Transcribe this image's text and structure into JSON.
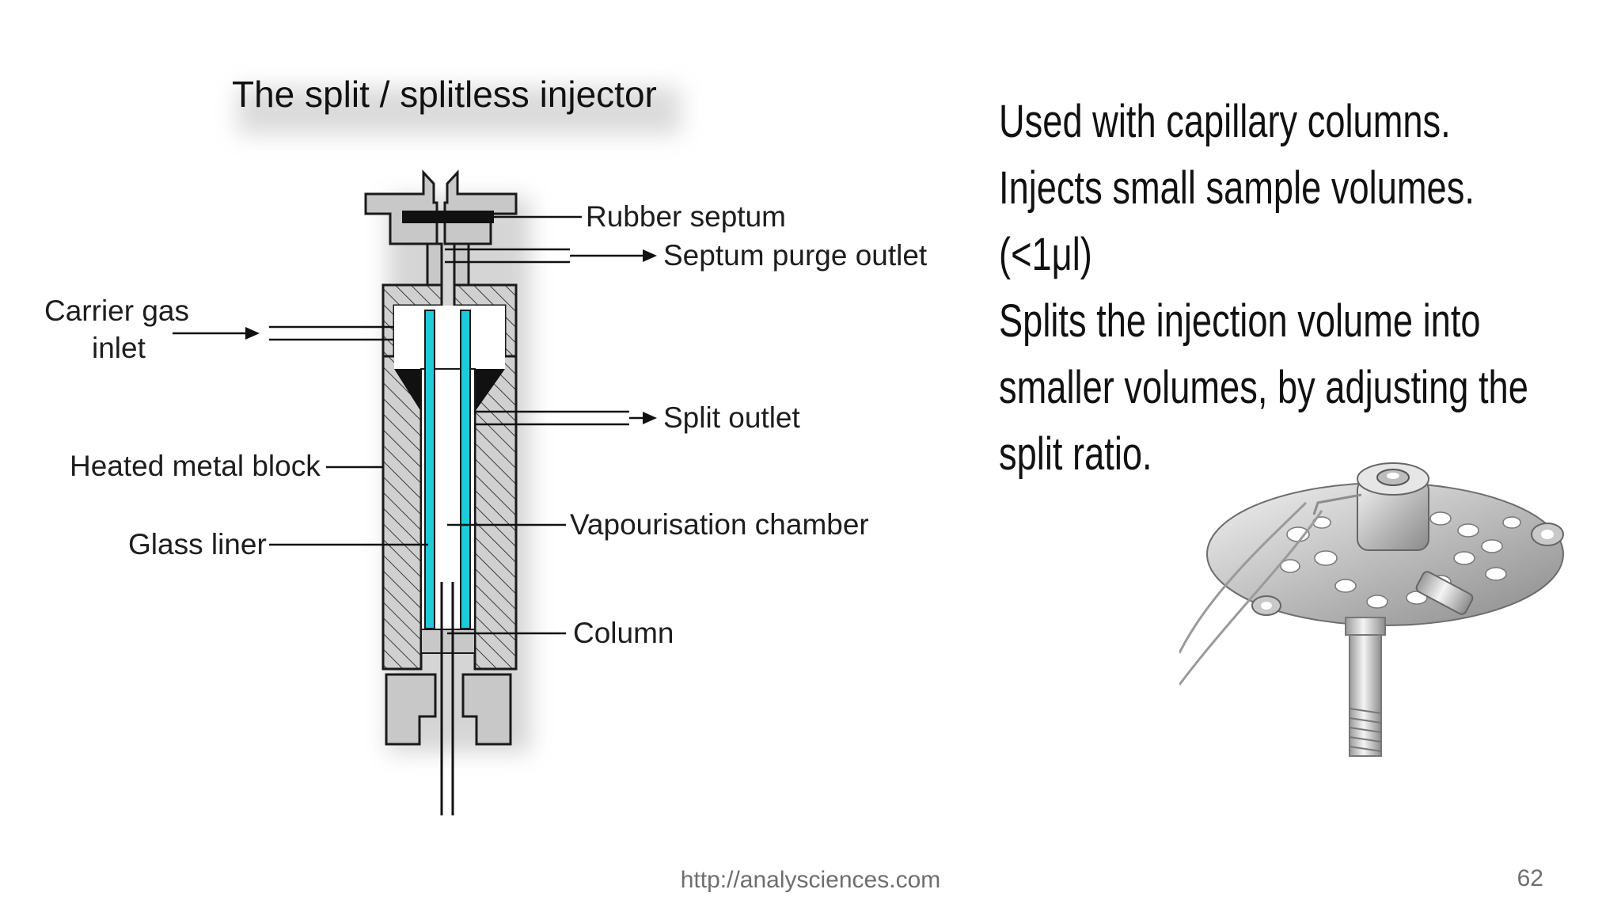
{
  "diagram": {
    "title": "The split / splitless injector",
    "labels": {
      "rubber_septum": "Rubber septum",
      "septum_purge_outlet": "Septum purge outlet",
      "carrier_gas_line1": "Carrier gas",
      "carrier_gas_line2": "inlet",
      "split_outlet": "Split outlet",
      "heated_metal_block": "Heated metal block",
      "vapourisation_chamber": "Vapourisation chamber",
      "glass_liner": "Glass liner",
      "column": "Column"
    },
    "colors": {
      "liner": "#20c9dc",
      "block_fill": "#c8c8c8",
      "outline": "#1a1a1a"
    }
  },
  "text_block": {
    "lines": [
      "Used  with  capillary  columns.",
      "Injects  small  sample  volumes.",
      "(<1μl)",
      "Splits  the  injection  volume  into",
      "smaller  volumes, by  adjusting  the",
      "split  ratio."
    ]
  },
  "photo": {
    "subject": "split-splitless-injector-photo"
  },
  "footer": {
    "url": "http://analysciences.com",
    "page_number": "62"
  }
}
